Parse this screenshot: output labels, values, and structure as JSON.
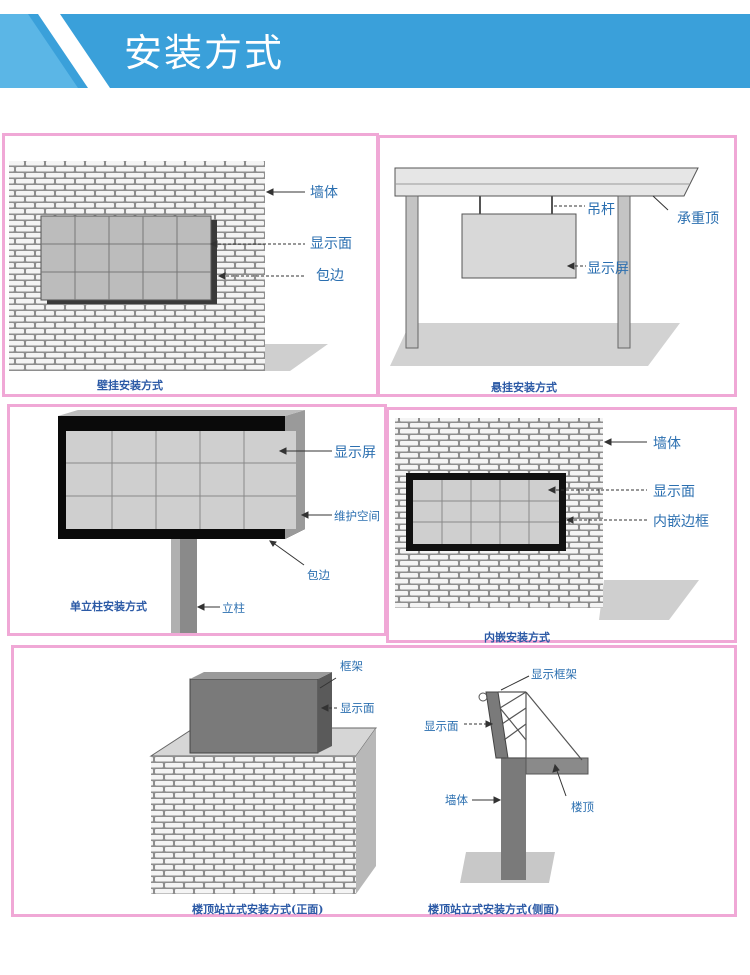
{
  "header": {
    "title": "安装方式",
    "bg_color": "#3aa0da",
    "accent_color": "#ffffff"
  },
  "panels": {
    "wall": {
      "caption": "壁挂安装方式",
      "labels": {
        "wall": "墙体",
        "face": "显示面",
        "edge": "包边"
      }
    },
    "hang": {
      "caption": "悬挂安装方式",
      "labels": {
        "rod": "吊杆",
        "roof": "承重顶",
        "screen": "显示屏"
      }
    },
    "pole": {
      "caption": "单立柱安装方式",
      "labels": {
        "screen": "显示屏",
        "maint": "维护空间",
        "edge": "包边",
        "pole": "立柱"
      }
    },
    "embed": {
      "caption": "内嵌安装方式",
      "labels": {
        "wall": "墙体",
        "face": "显示面",
        "frame": "内嵌边框"
      }
    },
    "roof": {
      "caption_front": "楼顶站立式安装方式(正面)",
      "caption_side": "楼顶站立式安装方式(侧面)",
      "labels": {
        "frame": "框架",
        "face": "显示面",
        "side_frame": "显示框架",
        "side_face": "显示面",
        "side_wall": "墙体",
        "side_roof": "楼顶"
      }
    }
  },
  "colors": {
    "panel_border": "#f0a8d6",
    "label": "#2b6fb0",
    "brick": "#f2f2f2",
    "mortar": "#9a9a9a",
    "screen": "#c8c8c8"
  }
}
